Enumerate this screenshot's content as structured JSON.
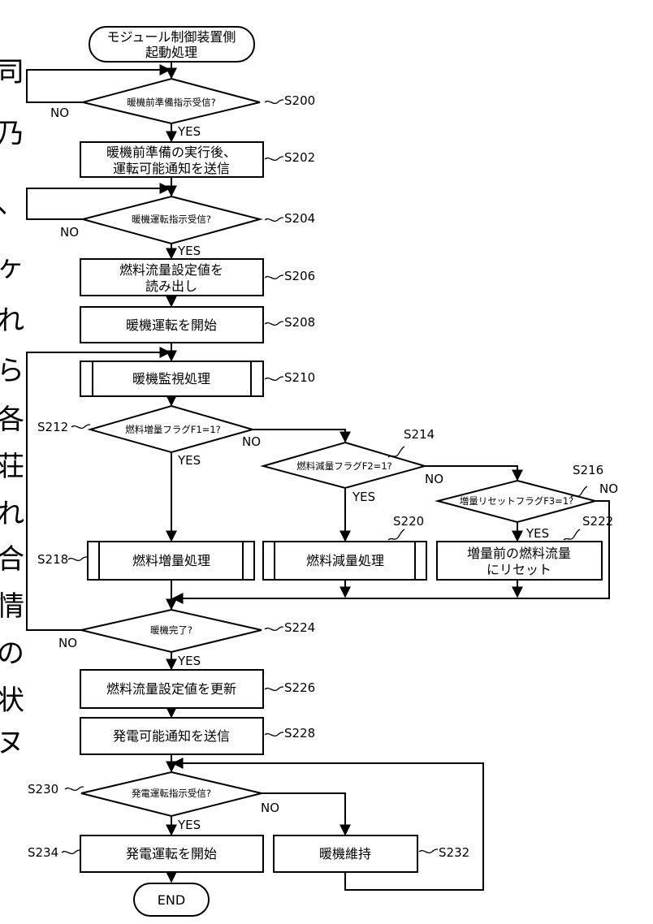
{
  "flowchart": {
    "start": [
      "モジュール制御装置側",
      "起動処理"
    ],
    "end": "END",
    "steps": {
      "s200": {
        "label": "暖機前準備指示受信?",
        "ref": "S200"
      },
      "s202": {
        "label": [
          "暖機前準備の実行後、",
          "運転可能通知を送信"
        ],
        "ref": "S202"
      },
      "s204": {
        "label": "暖機運転指示受信?",
        "ref": "S204"
      },
      "s206": {
        "label": [
          "燃料流量設定値を",
          "読み出し"
        ],
        "ref": "S206"
      },
      "s208": {
        "label": "暖機運転を開始",
        "ref": "S208"
      },
      "s210": {
        "label": "暖機監視処理",
        "ref": "S210"
      },
      "s212": {
        "label": "燃料増量フラグF1=1?",
        "ref": "S212"
      },
      "s214": {
        "label": "燃料減量フラグF2=1?",
        "ref": "S214"
      },
      "s216": {
        "label": "増量リセットフラグF3=1?",
        "ref": "S216"
      },
      "s218": {
        "label": "燃料増量処理",
        "ref": "S218"
      },
      "s220": {
        "label": "燃料減量処理",
        "ref": "S220"
      },
      "s222": {
        "label": [
          "増量前の燃料流量",
          "にリセット"
        ],
        "ref": "S222"
      },
      "s224": {
        "label": "暖機完了?",
        "ref": "S224"
      },
      "s226": {
        "label": "燃料流量設定値を更新",
        "ref": "S226"
      },
      "s228": {
        "label": "発電可能通知を送信",
        "ref": "S228"
      },
      "s230": {
        "label": "発電運転指示受信?",
        "ref": "S230"
      },
      "s232": {
        "label": "暖機維持",
        "ref": "S232"
      },
      "s234": {
        "label": "発電運転を開始",
        "ref": "S234"
      }
    },
    "yes": "YES",
    "no": "NO",
    "margin_text": [
      "司",
      "乃",
      "、",
      "ヶ",
      "れ",
      "ら",
      "各",
      "荘",
      "れ",
      "合",
      "情",
      "の",
      "状",
      "ヌ"
    ]
  }
}
